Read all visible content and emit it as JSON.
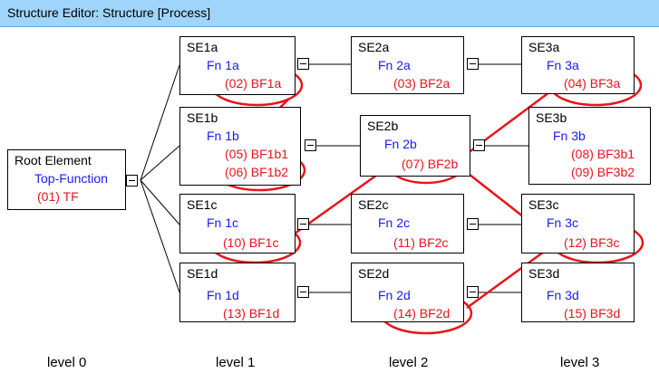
{
  "window": {
    "title": "Structure Editor: Structure [Process]"
  },
  "nodes": [
    {
      "id": "root",
      "name": "Root Element",
      "fn": "Top-Function",
      "bf": [
        "(01) TF"
      ]
    },
    {
      "id": "se1a",
      "name": "SE1a",
      "fn": "Fn 1a",
      "bf": [
        "(02) BF1a"
      ]
    },
    {
      "id": "se1b",
      "name": "SE1b",
      "fn": "Fn 1b",
      "bf": [
        "(05) BF1b1",
        "(06) BF1b2"
      ]
    },
    {
      "id": "se1c",
      "name": "SE1c",
      "fn": "Fn 1c",
      "bf": [
        "(10) BF1c"
      ]
    },
    {
      "id": "se1d",
      "name": "SE1d",
      "fn": "Fn 1d",
      "bf": [
        "(13) BF1d"
      ]
    },
    {
      "id": "se2a",
      "name": "SE2a",
      "fn": "Fn 2a",
      "bf": [
        "(03) BF2a"
      ]
    },
    {
      "id": "se2b",
      "name": "SE2b",
      "fn": "Fn 2b",
      "bf": [
        "(07) BF2b"
      ]
    },
    {
      "id": "se2c",
      "name": "SE2c",
      "fn": "Fn 2c",
      "bf": [
        "(11) BF2c"
      ]
    },
    {
      "id": "se2d",
      "name": "SE2d",
      "fn": "Fn 2d",
      "bf": [
        "(14) BF2d"
      ]
    },
    {
      "id": "se3a",
      "name": "SE3a",
      "fn": "Fn 3a",
      "bf": [
        "(04) BF3a"
      ]
    },
    {
      "id": "se3b",
      "name": "SE3b",
      "fn": "Fn 3b",
      "bf": [
        "(08) BF3b1",
        "(09) BF3b2"
      ]
    },
    {
      "id": "se3c",
      "name": "SE3c",
      "fn": "Fn 3c",
      "bf": [
        "(12) BF3c"
      ]
    },
    {
      "id": "se3d",
      "name": "SE3d",
      "fn": "Fn 3d",
      "bf": [
        "(15) BF3d"
      ]
    }
  ],
  "levels": [
    "level 0",
    "level 1",
    "level 2",
    "level 3"
  ],
  "colors": {
    "function_text": "#1a1aff",
    "basic_function_text": "#e8141c",
    "highlight": "#e8141c",
    "title_bar": "#9fd5fb"
  }
}
